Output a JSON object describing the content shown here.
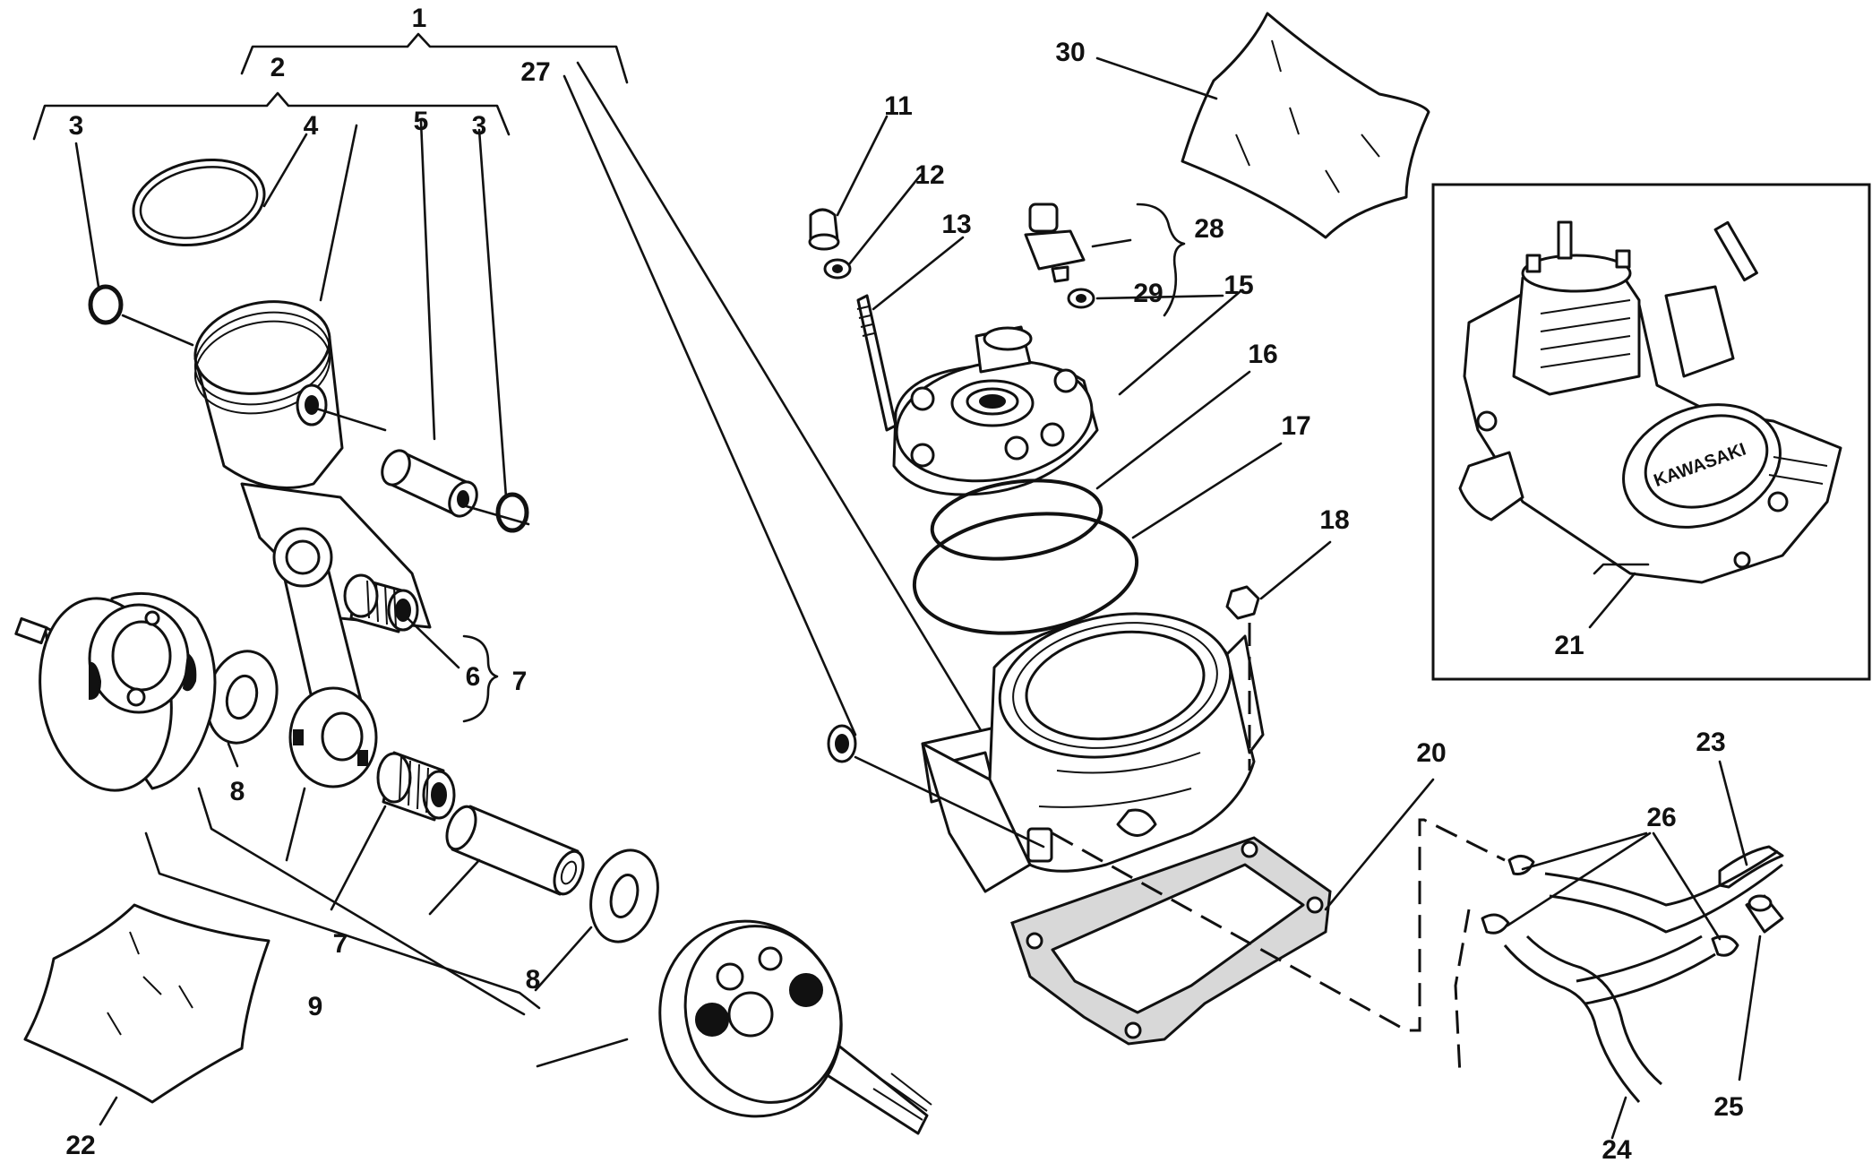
{
  "callouts": {
    "c1": "1",
    "c2": "2",
    "c3a": "3",
    "c3b": "3",
    "c4": "4",
    "c5": "5",
    "c6": "6",
    "c7a": "7",
    "c7b": "7",
    "c8a": "8",
    "c8b": "8",
    "c9": "9",
    "c11": "11",
    "c12": "12",
    "c13": "13",
    "c15": "15",
    "c16": "16",
    "c17": "17",
    "c18": "18",
    "c20": "20",
    "c21": "21",
    "c22": "22",
    "c23": "23",
    "c24": "24",
    "c25": "25",
    "c26": "26",
    "c27": "27",
    "c28": "28",
    "c29": "29",
    "c30": "30"
  },
  "engine_brand": "KAWASAKI"
}
